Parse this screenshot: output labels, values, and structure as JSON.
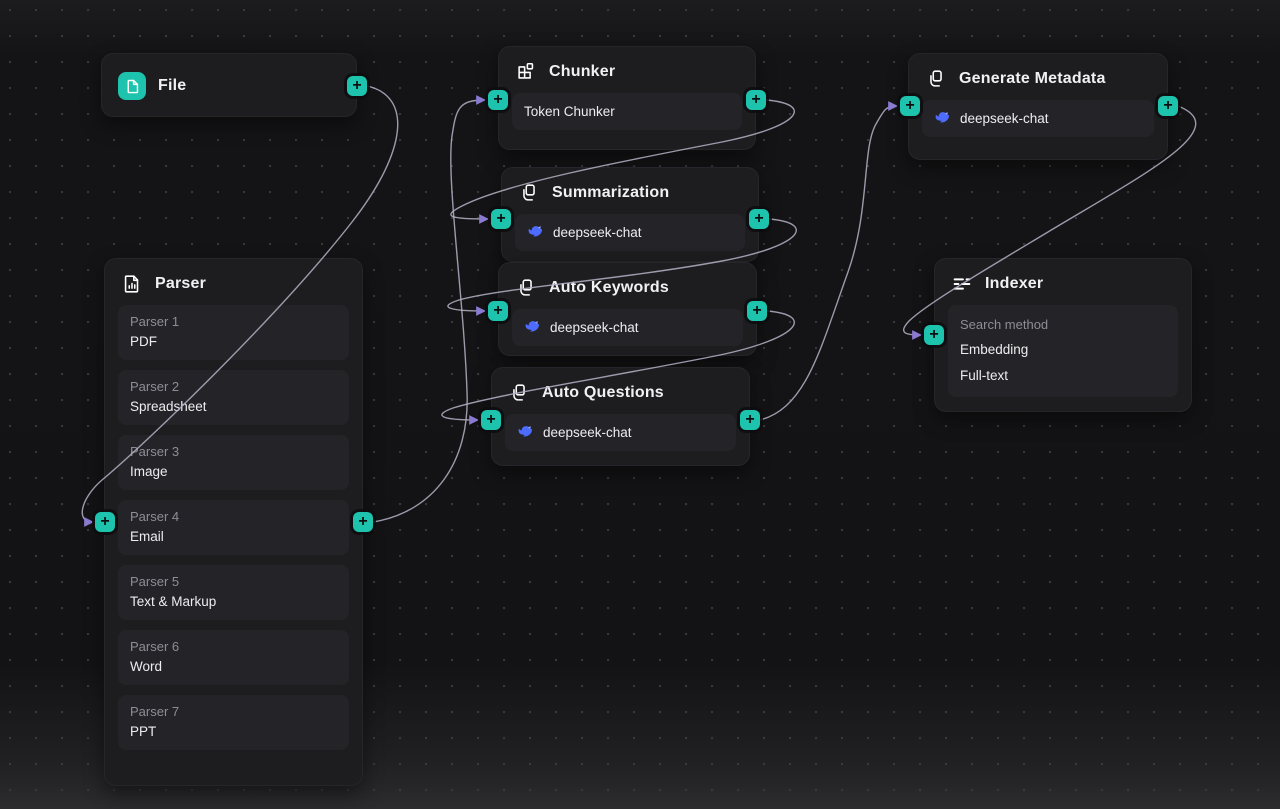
{
  "ui": {
    "plus": "+"
  },
  "colors": {
    "accent_teal": "#1ec3ad",
    "edge": "#b6b2c6",
    "arrow": "#9f8cf2",
    "deepseek_blue": "#4d6bfe",
    "card_bg": "#1d1d20",
    "item_bg": "#242428"
  },
  "nodes": {
    "file": {
      "title": "File",
      "icon": "file-icon"
    },
    "parser": {
      "title": "Parser",
      "icon": "parser-icon",
      "items": [
        {
          "label": "Parser 1",
          "value": "PDF"
        },
        {
          "label": "Parser 2",
          "value": "Spreadsheet"
        },
        {
          "label": "Parser 3",
          "value": "Image"
        },
        {
          "label": "Parser 4",
          "value": "Email"
        },
        {
          "label": "Parser 5",
          "value": "Text & Markup"
        },
        {
          "label": "Parser 6",
          "value": "Word"
        },
        {
          "label": "Parser 7",
          "value": "PPT"
        }
      ]
    },
    "chunker": {
      "title": "Chunker",
      "icon": "chunker-icon",
      "value": "Token Chunker"
    },
    "summarization": {
      "title": "Summarization",
      "icon": "llm-icon",
      "model": "deepseek-chat"
    },
    "auto_keywords": {
      "title": "Auto Keywords",
      "icon": "llm-icon",
      "model": "deepseek-chat"
    },
    "auto_questions": {
      "title": "Auto Questions",
      "icon": "llm-icon",
      "model": "deepseek-chat"
    },
    "generate_metadata": {
      "title": "Generate Metadata",
      "icon": "llm-icon",
      "model": "deepseek-chat"
    },
    "indexer": {
      "title": "Indexer",
      "icon": "indexer-icon",
      "item": {
        "label": "Search method",
        "values": [
          "Embedding",
          "Full-text"
        ]
      }
    }
  },
  "edges": [
    {
      "from": "file",
      "to": "parser"
    },
    {
      "from": "parser",
      "to": "chunker"
    },
    {
      "from": "chunker",
      "to": "summarization"
    },
    {
      "from": "summarization",
      "to": "auto_keywords"
    },
    {
      "from": "auto_keywords",
      "to": "auto_questions"
    },
    {
      "from": "auto_questions",
      "to": "generate_metadata"
    },
    {
      "from": "generate_metadata",
      "to": "indexer"
    }
  ]
}
